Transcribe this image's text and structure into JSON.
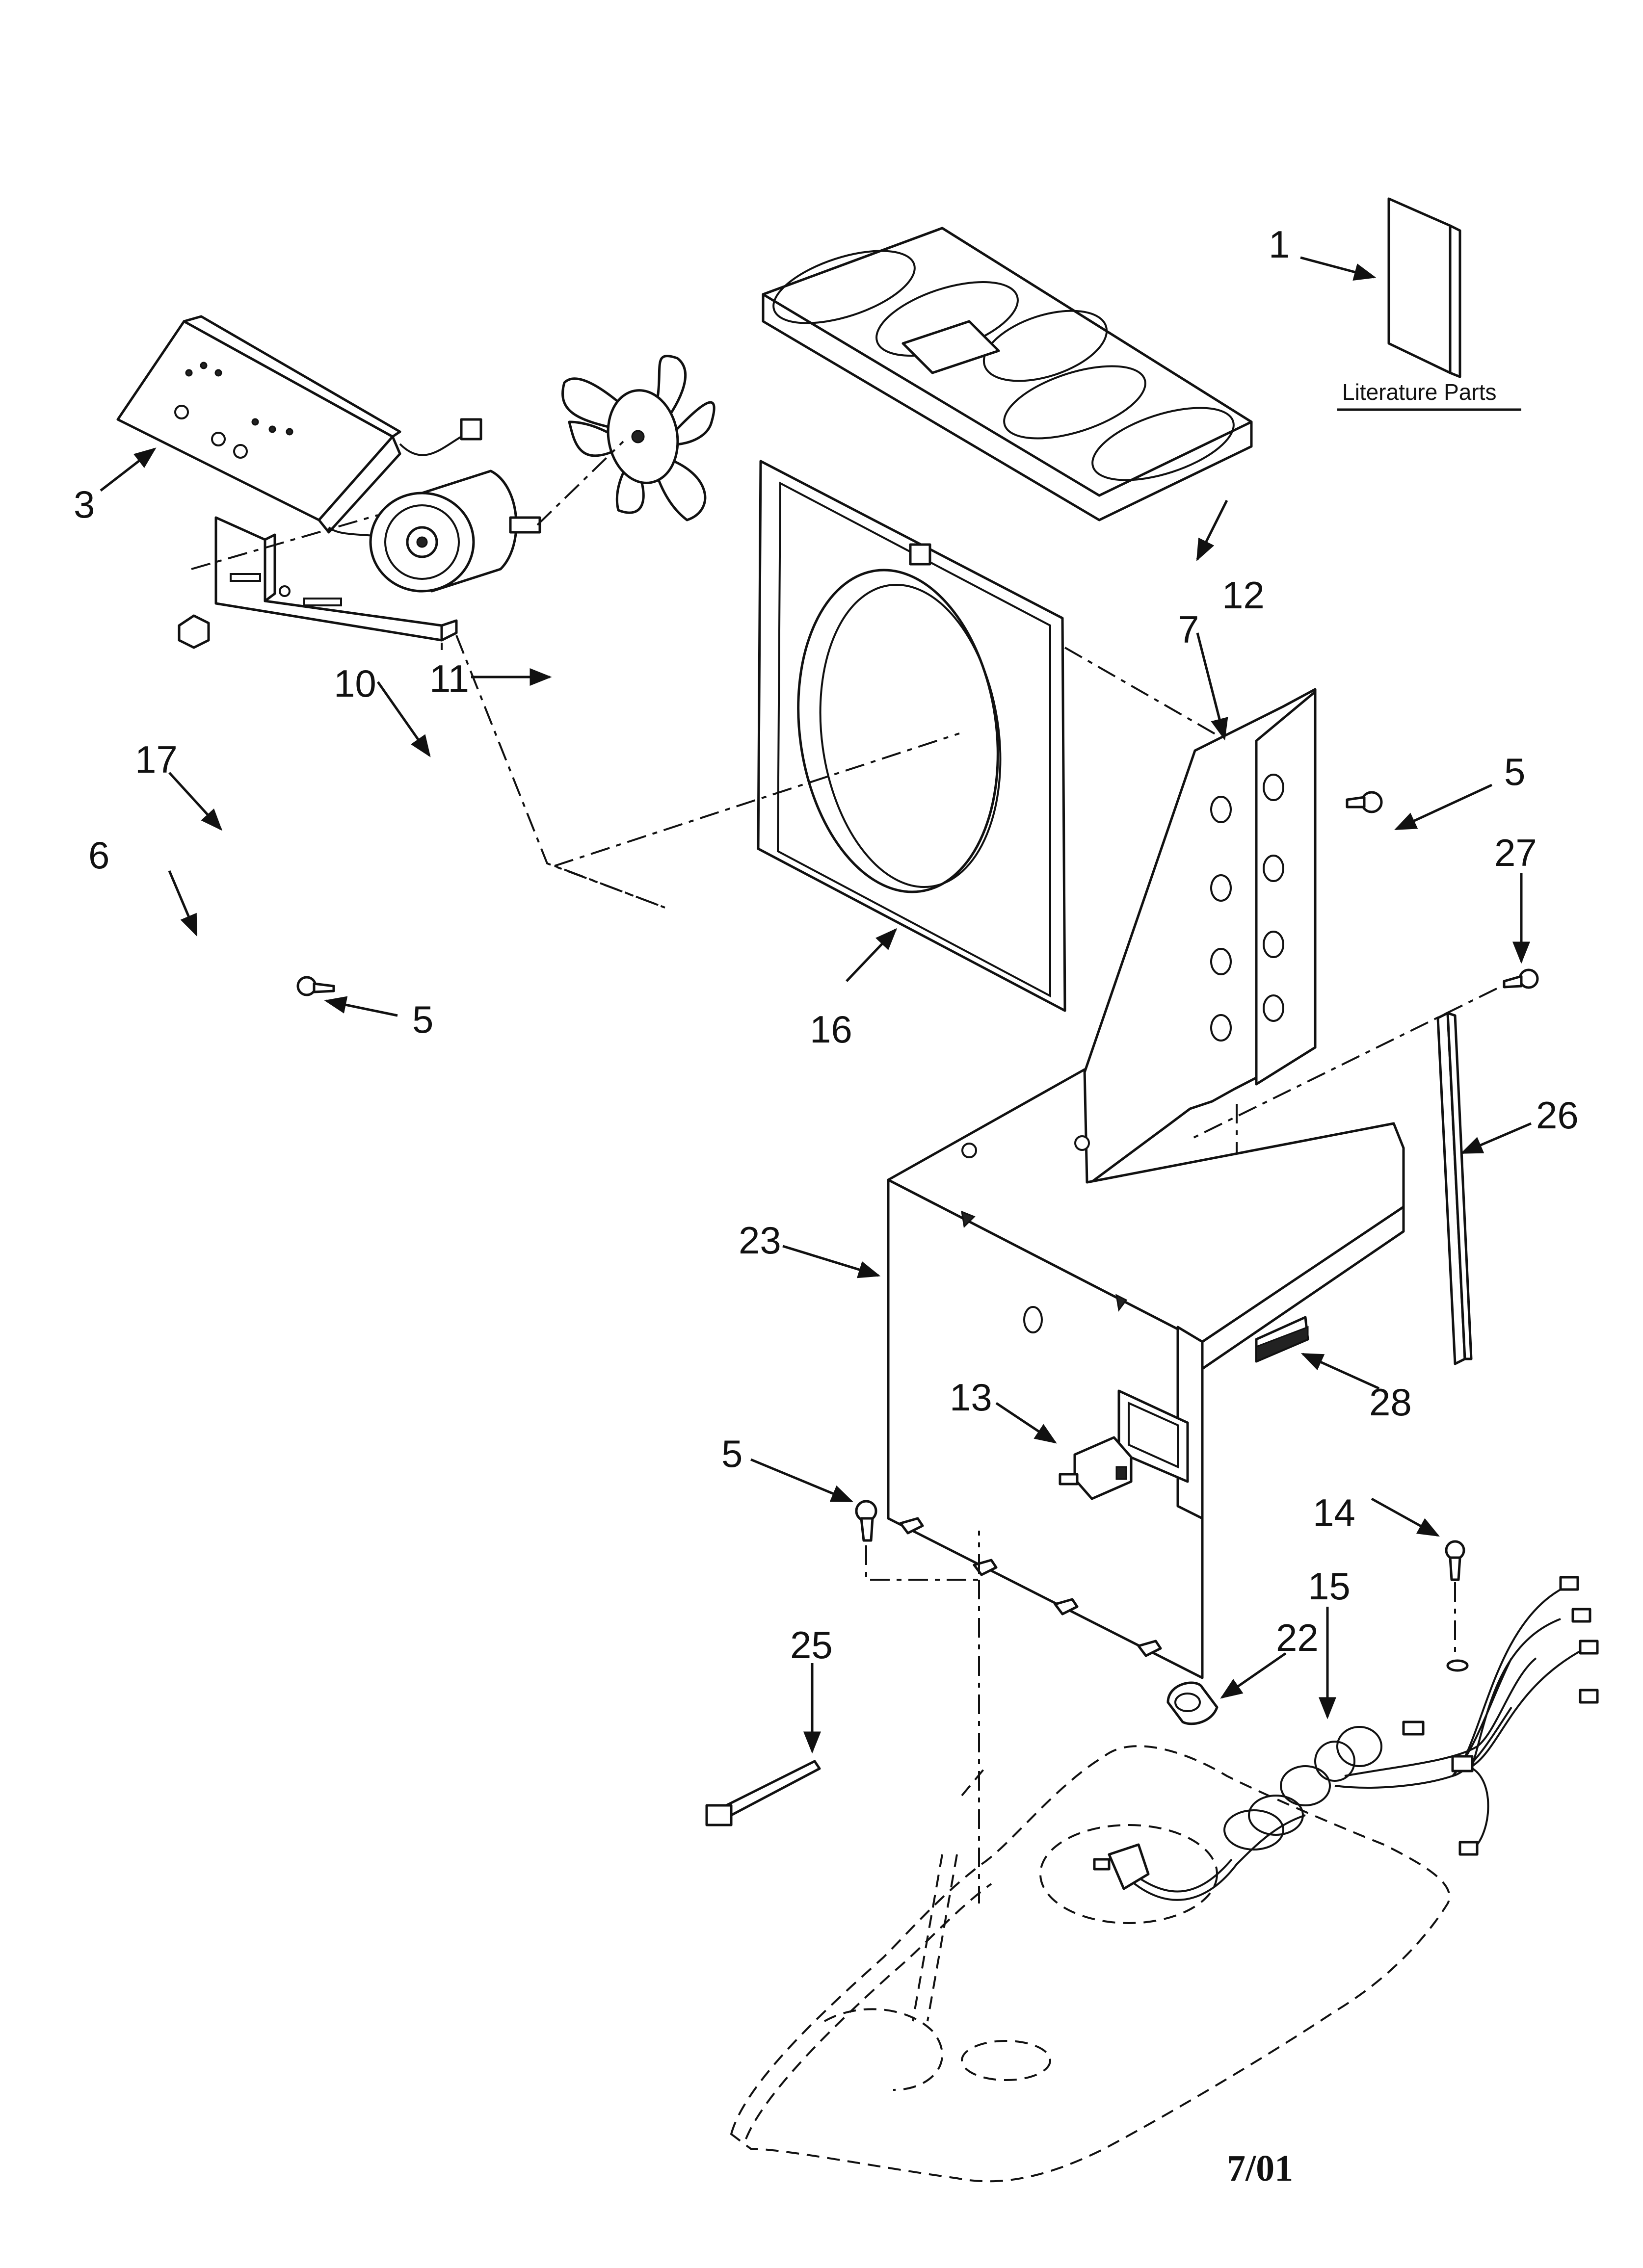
{
  "callouts": [
    {
      "id": "c1",
      "text": "1"
    },
    {
      "id": "c3",
      "text": "3"
    },
    {
      "id": "c5a",
      "text": "5"
    },
    {
      "id": "c5b",
      "text": "5"
    },
    {
      "id": "c5c",
      "text": "5"
    },
    {
      "id": "c6",
      "text": "6"
    },
    {
      "id": "c7",
      "text": "7"
    },
    {
      "id": "c10",
      "text": "10"
    },
    {
      "id": "c11",
      "text": "11"
    },
    {
      "id": "c12",
      "text": "12"
    },
    {
      "id": "c13",
      "text": "13"
    },
    {
      "id": "c14",
      "text": "14"
    },
    {
      "id": "c15",
      "text": "15"
    },
    {
      "id": "c16",
      "text": "16"
    },
    {
      "id": "c17",
      "text": "17"
    },
    {
      "id": "c22",
      "text": "22"
    },
    {
      "id": "c23",
      "text": "23"
    },
    {
      "id": "c25",
      "text": "25"
    },
    {
      "id": "c26",
      "text": "26"
    },
    {
      "id": "c27",
      "text": "27"
    },
    {
      "id": "c28",
      "text": "28"
    }
  ],
  "literature_label": "Literature Parts",
  "date_code": "7/01"
}
